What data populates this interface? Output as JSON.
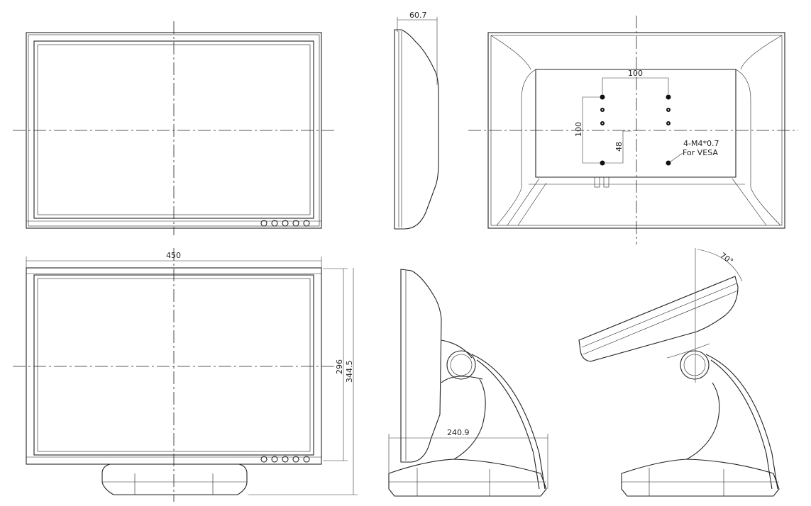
{
  "title": "Monitor dimension drawing",
  "dimensions": {
    "side_depth": "60.7",
    "vesa_horizontal": "100",
    "vesa_vertical": "100",
    "vesa_offset": "48",
    "vesa_screw": "4-M4*0.7",
    "vesa_note": "For VESA",
    "width": "450",
    "screen_height": "296",
    "total_height": "344.5",
    "base_depth": "240.9",
    "tilt_angle": "70°"
  },
  "front_buttons": 5
}
